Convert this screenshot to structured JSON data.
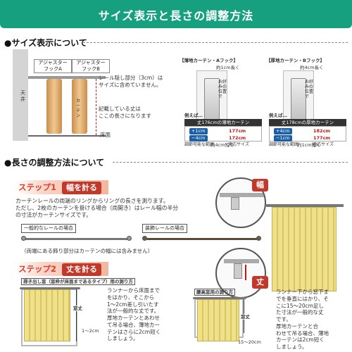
{
  "banner_title": "サイズ表示と長さの調整方法",
  "section1": {
    "title": "●サイズ表示について",
    "hook_a_label": "アジャスター\nフックA",
    "hook_b_label": "アジャスター\nフックB",
    "rail_note": "レール隠し部分（3cm）は\nサイズに含めていません。",
    "size_note": "記載している丈は\nここの長さになります",
    "ceiling": "天井",
    "floor": "床面",
    "curtain_tag": "カーテン",
    "thin": {
      "header": "【薄地カーテン・Aフック】",
      "up": "約1cm長く",
      "up_hook": "お好みの位置で",
      "down": "約4cm短く",
      "example": "例えば…",
      "table_title": "丈176cmの薄地カーテン",
      "plus": "+1cm",
      "plus_val": "177cm",
      "minus": "−4cm",
      "minus_val": "172cm",
      "range_label": "調節可能な範囲",
      "fit_label": "適応サイズ"
    },
    "thick": {
      "header": "【厚地カーテン・Bフック】",
      "up": "約4cm長く",
      "up_hook": "お好みの位置で",
      "down": "約1cm短く",
      "example": "例えば…",
      "table_title": "丈178cmの厚地カーテン",
      "plus": "+4cm",
      "plus_val": "182cm",
      "minus": "−1cm",
      "minus_val": "177cm",
      "range_label": "調節可能な範囲",
      "fit_label": "適応サイズ"
    }
  },
  "section2": {
    "title": "●長さの調整方法について",
    "step1": {
      "label": "ステップ1",
      "badge": "幅を計る",
      "text": "カーテンレールの両端のリングからリングの長さを測ります。\nただし、2枚のカーテンを掛ける場合（両開き）はレール幅の半分\nの寸法がカーテンサイズです。",
      "normal_rail": "一般的なレールの場合",
      "deco_rail": "装飾レールの場合",
      "note": "（両端にある飾り部分はカーテンの幅には含みません）",
      "circle_badge": "幅"
    },
    "step2": {
      "label": "ステップ2",
      "badge": "丈を計る",
      "circle_badge": "丈",
      "floor_window_title": "掃き出し窓（窓枠が床面まであるタイプ）用の測り方",
      "floor_window_text": "ランナーから床面まで\nをはかり、そこから\n1〜2cm差し引いたす\n法が一般的な丈です。\n厚地カーテンとあわせ\nて吊る場合、薄地カー\nテンはさらに2cm短く\nしましょう。",
      "height_label": "窓丈",
      "floor_gap": "1〜2cm",
      "waist_window_title": "腰高窓用の測り方",
      "waist_window_text": "ランナー下から窓下ま\nでを垂直にはかり、そ\nこに15〜20cm足し\nた寸法が一般的な丈\nです。\n厚地カーテンと合\nわせて吊る場合、薄地\nカーテンは2cm短く\nしましょう。",
      "waist_gap": "15〜20cm"
    }
  },
  "colors": {
    "banner": "#16a080",
    "step_text": "#e03a2a",
    "badge": "#c0392b",
    "curtain": "#efe08a"
  }
}
